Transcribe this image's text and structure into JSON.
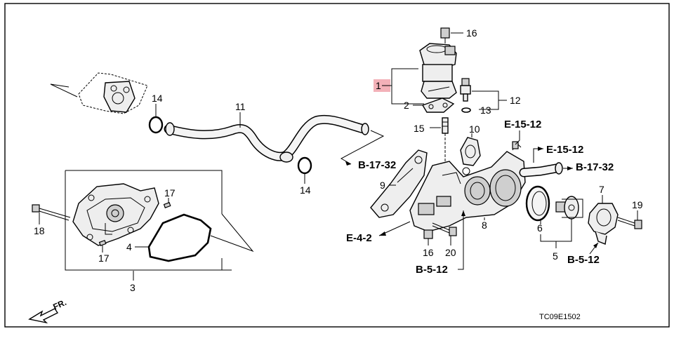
{
  "diagram_code": "TC09E1502",
  "direction_label": "FR.",
  "part_numbers": {
    "p1": "1",
    "p2": "2",
    "p3": "3",
    "p4": "4",
    "p5": "5",
    "p6": "6",
    "p7": "7",
    "p8": "8",
    "p9": "9",
    "p10": "10",
    "p11": "11",
    "p12": "12",
    "p13": "13",
    "p14a": "14",
    "p14b": "14",
    "p15": "15",
    "p16a": "16",
    "p16b": "16",
    "p17a": "17",
    "p17b": "17",
    "p18": "18",
    "p19": "19",
    "p20": "20"
  },
  "references": {
    "b17_32_left": "B-17-32",
    "b17_32_right": "B-17-32",
    "e15_12_top": "E-15-12",
    "e15_12_mid": "E-15-12",
    "e4_2": "E-4-2",
    "b5_12_center": "B-5-12",
    "b5_12_right": "B-5-12"
  },
  "colors": {
    "line": "#000000",
    "highlight": "#f3b1b8",
    "part_fill": "#eeeeee"
  }
}
